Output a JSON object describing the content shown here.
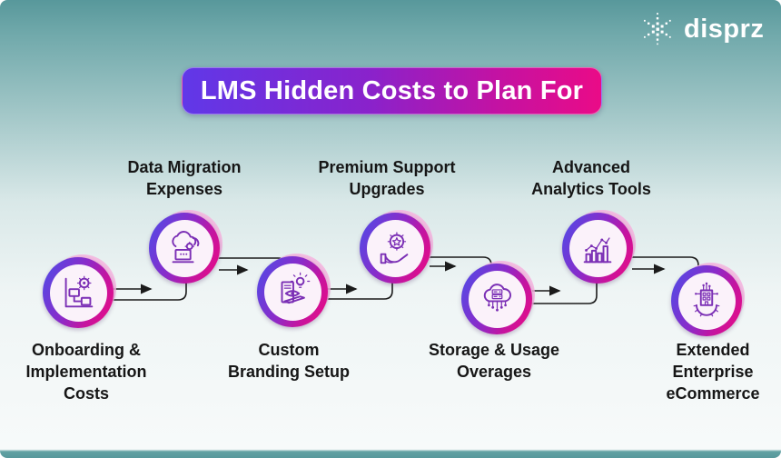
{
  "brand": {
    "name": "disprz",
    "icon": "snowflake-dots-icon"
  },
  "title": {
    "text": "LMS Hidden Costs to Plan For"
  },
  "steps": [
    {
      "id": 1,
      "label": "Onboarding &\nImplementation\nCosts",
      "icon": "workflow-gear-icon",
      "label_position": "below"
    },
    {
      "id": 2,
      "label": "Data Migration\nExpenses",
      "icon": "cloud-migration-icon",
      "label_position": "above"
    },
    {
      "id": 3,
      "label": "Custom\nBranding Setup",
      "icon": "branding-design-icon",
      "label_position": "below"
    },
    {
      "id": 4,
      "label": "Premium Support\nUpgrades",
      "icon": "support-gear-hand-icon",
      "label_position": "above"
    },
    {
      "id": 5,
      "label": "Storage & Usage\nOverages",
      "icon": "cloud-storage-icon",
      "label_position": "below"
    },
    {
      "id": 6,
      "label": "Advanced\nAnalytics Tools",
      "icon": "analytics-chart-icon",
      "label_position": "above"
    },
    {
      "id": 7,
      "label": "Extended\nEnterprise\neCommerce",
      "icon": "enterprise-commerce-icon",
      "label_position": "below"
    }
  ],
  "colors": {
    "background_teal": "#58989B",
    "background_light": "#F2F6F6",
    "banner_gradient_start": "#6038E8",
    "banner_gradient_end": "#EA0B87",
    "ring_gradient_start": "#5747E3",
    "ring_gradient_end": "#E50C86",
    "circle_inner": "#FBF2FA",
    "circle_shadow_pink": "#F4B3DE",
    "icon_stroke": "#7B2FB5",
    "connector": "#1B1B1B",
    "label_text": "#161616",
    "logo_text": "#FFFFFF"
  }
}
